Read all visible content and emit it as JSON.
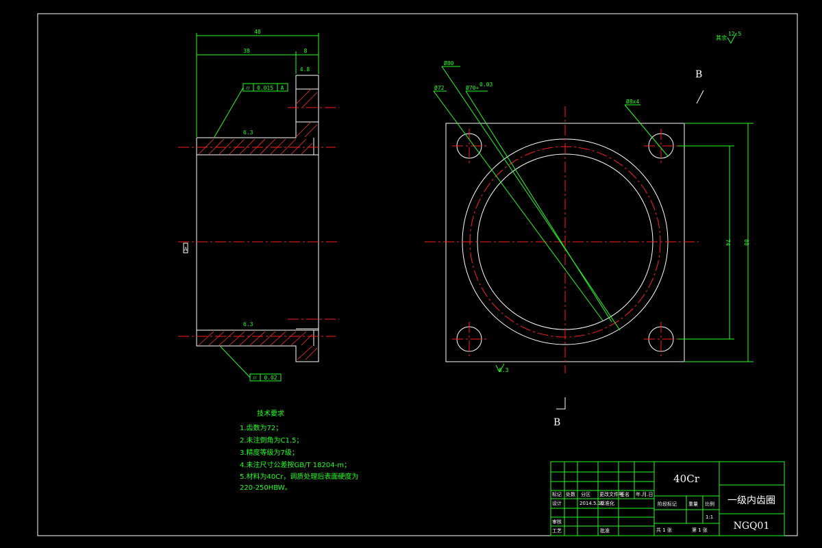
{
  "dimensions": {
    "overall_width": "48",
    "inner_width": "38",
    "flange_width": "8",
    "flange_height": "4.8",
    "outer_dia": "Ø80",
    "inner_dia": "Ø72",
    "pitch_dia": "Ø70+",
    "pitch_tol": "0.03",
    "hole_spec": "Ø8x4",
    "bolt_spacing": "74",
    "overall_height": "88",
    "roughness_global": "12.5",
    "roughness_global_prefix": "其余",
    "roughness_top": "6.3",
    "roughness_bottom": "6.3",
    "roughness_face": "6.3",
    "gdt_top": "0.015",
    "gdt_top_datum": "A",
    "gdt_bottom": "0.02",
    "datum_label": "A"
  },
  "section": {
    "label_top": "B",
    "label_bottom": "B"
  },
  "tech_requirements": {
    "title": "技术要求",
    "items": [
      "1.齿数为72；",
      "2.未注倒角为C1.5；",
      "3.精度等级为7级；",
      "4.未注尺寸公差按GB/T 18204-m；",
      "5.材料为40Cr，调质处理后表面硬度为",
      "220-250HBW。"
    ]
  },
  "title_block": {
    "material": "40Cr",
    "part_name": "一级内齿圈",
    "drawing_no": "NGQ01",
    "row_labels": [
      "标记",
      "处数",
      "分区",
      "更改文件号",
      "签名",
      "年.月.日"
    ],
    "design": "设计",
    "date": "2014.5.10",
    "standardize": "标准化",
    "review": "审核",
    "process": "工艺",
    "approve": "批准",
    "stage_mark": "阶段标记",
    "weight": "重量",
    "scale": "比例",
    "scale_value": "1:1",
    "sheets": "共 1 张",
    "sheet_no": "第 1 张"
  },
  "colors": {
    "outline": "#ffffff",
    "centerline": "#ff2020",
    "annotation": "#20ff20",
    "background": "#000000"
  }
}
